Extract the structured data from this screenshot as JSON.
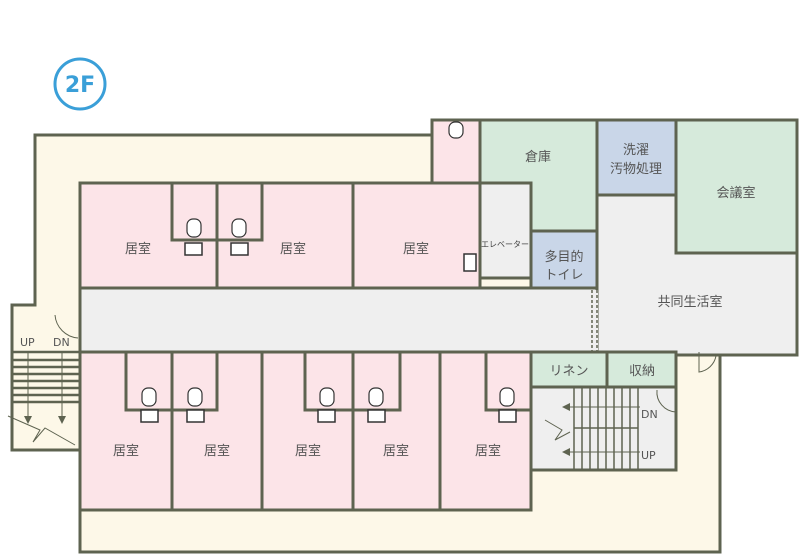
{
  "floor_badge": "2F",
  "colors": {
    "wall": "#5e6350",
    "cream": "#fdf8e8",
    "pink": "#fce4e8",
    "green": "#d6eadb",
    "blue": "#c9d6e8",
    "gray": "#efefef",
    "badge": "#3a9fd8"
  },
  "rooms": {
    "living_top": [
      "居室",
      "居室",
      "居室"
    ],
    "living_bottom": [
      "居室",
      "居室",
      "居室",
      "居室",
      "居室"
    ],
    "storage": "倉庫",
    "laundry_line1": "洗濯",
    "laundry_line2": "汚物処理",
    "meeting": "会議室",
    "elevator": "エレベーター",
    "toilet_line1": "多目的",
    "toilet_line2": "トイレ",
    "common": "共同生活室",
    "linen": "リネン",
    "closet": "収納"
  },
  "stairs": {
    "left_up": "UP",
    "left_down": "DN",
    "right_down": "DN",
    "right_up": "UP"
  }
}
